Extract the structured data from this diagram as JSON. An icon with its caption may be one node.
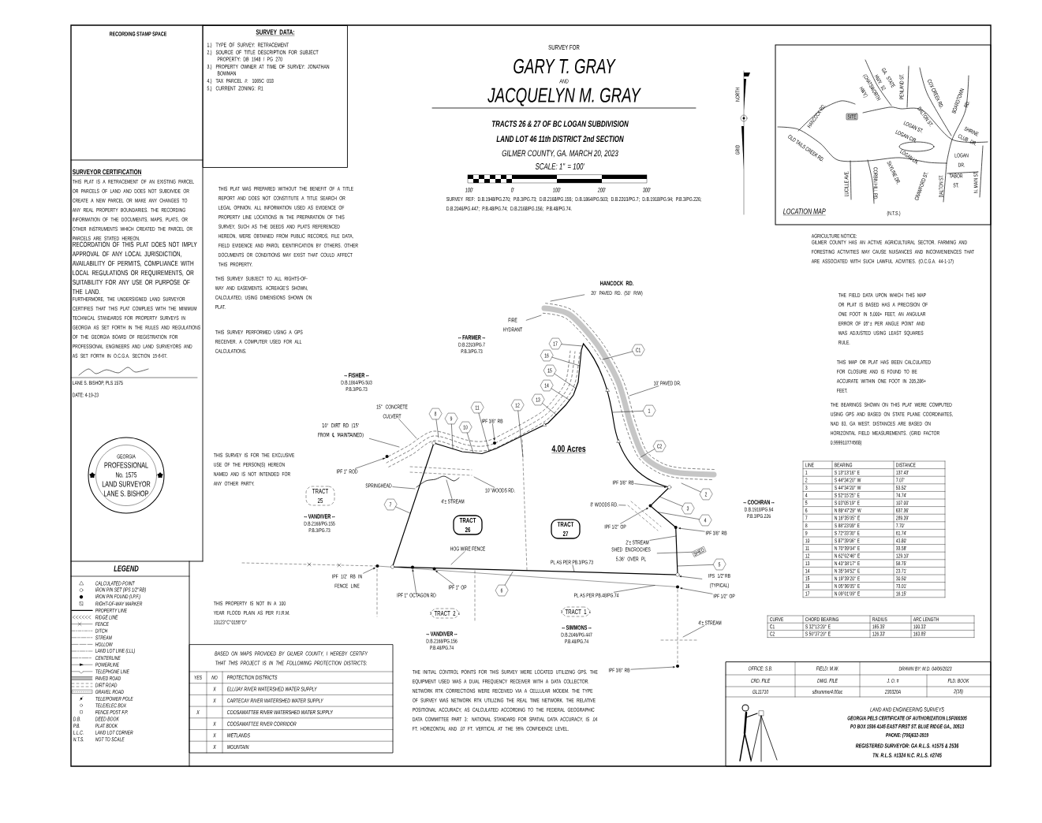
{
  "diagram": {
    "nodes": [
      {
        "text": [
          "SURVEY DATA:",
          "1.) TYPE OF SURVEY: RETRACEMENT",
          "2.) SOURCE OF TITLE DESCRIPTION FOR SUBJECT PROPERTY: DB 1948 / PG 270",
          "3.) PROPERTY OWNER AT TIME OF SURVEY: JONATHAN BOWMAN",
          "4.) TAX PARCEL #: 1065C 018",
          "5.) CURRENT ZONING: R1"
        ]
      },
      {
        "text": [
          "GEORGIA",
          "PROFESSIONAL",
          "No. 1575",
          "LAND SURVEYOR",
          "LANE S. BISHOP"
        ]
      },
      {
        "text": [
          "SITE"
        ]
      },
      {
        "text": [
          "TRACT 25"
        ]
      },
      {
        "text": [
          "TRACT 26"
        ]
      },
      {
        "text": [
          "TRACT 27"
        ]
      },
      {
        "text": [
          "TRACT 2"
        ]
      },
      {
        "text": [
          "TRACT 1"
        ]
      },
      {
        "text": [
          "SHED"
        ]
      },
      {
        "text": [
          "1"
        ]
      },
      {
        "text": [
          "2"
        ]
      },
      {
        "text": [
          "3"
        ]
      },
      {
        "text": [
          "4"
        ]
      },
      {
        "text": [
          "5"
        ]
      },
      {
        "text": [
          "6"
        ]
      },
      {
        "text": [
          "7"
        ]
      },
      {
        "text": [
          "8"
        ]
      },
      {
        "text": [
          "9"
        ]
      },
      {
        "text": [
          "10"
        ]
      },
      {
        "text": [
          "11"
        ]
      },
      {
        "text": [
          "12"
        ]
      },
      {
        "text": [
          "13"
        ]
      },
      {
        "text": [
          "14"
        ]
      },
      {
        "text": [
          "15"
        ]
      },
      {
        "text": [
          "16"
        ]
      },
      {
        "text": [
          "17"
        ]
      },
      {
        "text": [
          "C1"
        ]
      },
      {
        "text": [
          "C2"
        ]
      },
      {
        "text": [
          "HANCOCK RD.",
          "20' PAVED RD. (50' R/W)"
        ]
      },
      {
        "text": [
          "FIRE HYDRANT"
        ]
      },
      {
        "text": [
          "10' PAVED DR."
        ]
      },
      {
        "text": [
          "15\" CONCRETE CULVERT"
        ]
      },
      {
        "text": [
          "10' DIRT RD (15' FROM ℄ MAINTAINED)"
        ]
      },
      {
        "text": [
          "IPF 1\" ROD"
        ]
      },
      {
        "text": [
          "IPF 3/8\" RB"
        ]
      },
      {
        "text": [
          "SPRINGHEAD"
        ]
      },
      {
        "text": [
          "4'± STREAM"
        ]
      },
      {
        "text": [
          "10' WOODS RD."
        ]
      },
      {
        "text": [
          "HOG WIRE FENCE"
        ]
      },
      {
        "text": [
          "IPF 1/2' RB IN FENCE LINE"
        ]
      },
      {
        "text": [
          "IPF 1\" OCTAGON RD"
        ]
      },
      {
        "text": [
          "IPF 1\" OP"
        ]
      },
      {
        "text": [
          "PL AS PER PB.3/PG.73"
        ]
      },
      {
        "text": [
          "PL AS PER PB.48/PG.74"
        ]
      },
      {
        "text": [
          "IPF 3/8\" RB"
        ]
      },
      {
        "text": [
          "8' WOODS RD."
        ]
      },
      {
        "text": [
          "IPF 1/2\" OP"
        ]
      },
      {
        "text": [
          "2'± STREAM"
        ]
      },
      {
        "text": [
          "SHED ENCROCHES 5.36' OVER PL"
        ]
      },
      {
        "text": [
          "IPF 3/8\" RB"
        ]
      },
      {
        "text": [
          "IPS 1/2\"RB (TYPICAL)"
        ]
      },
      {
        "text": [
          "IPF 1/2\" OP"
        ]
      },
      {
        "text": [
          "4'± STREAM"
        ]
      },
      {
        "text": [
          "IPF 3/8\" RB"
        ]
      }
    ],
    "edges": [
      {
        "from": 9,
        "to": null,
        "arrow": "none"
      },
      {
        "from": 10,
        "to": null,
        "arrow": "none"
      },
      {
        "from": 11,
        "to": null,
        "arrow": "none"
      },
      {
        "from": 12,
        "to": null,
        "arrow": "none"
      },
      {
        "from": 13,
        "to": null,
        "arrow": "none"
      },
      {
        "from": 14,
        "to": null,
        "arrow": "none"
      },
      {
        "from": 15,
        "to": null,
        "arrow": "none"
      },
      {
        "from": 16,
        "to": null,
        "arrow": "none"
      },
      {
        "from": 17,
        "to": null,
        "arrow": "none"
      },
      {
        "from": 18,
        "to": null,
        "arrow": "none"
      },
      {
        "from": 19,
        "to": null,
        "arrow": "none"
      },
      {
        "from": 20,
        "to": null,
        "arrow": "none"
      },
      {
        "from": 21,
        "to": null,
        "arrow": "none"
      },
      {
        "from": 22,
        "to": null,
        "arrow": "none"
      },
      {
        "from": 23,
        "to": null,
        "arrow": "none"
      },
      {
        "from": 24,
        "to": null,
        "arrow": "none"
      },
      {
        "from": 25,
        "to": null,
        "arrow": "none"
      },
      {
        "from": 26,
        "to": null,
        "arrow": "none"
      },
      {
        "from": 27,
        "to": null,
        "arrow": "none"
      },
      {
        "from": 28,
        "to": null,
        "arrow": "none"
      },
      {
        "from": 29,
        "to": null,
        "arrow": "none"
      },
      {
        "from": 30,
        "to": null,
        "arrow": "none"
      },
      {
        "from": 31,
        "to": null,
        "arrow": "none"
      },
      {
        "from": 32,
        "to": null,
        "arrow": "none"
      },
      {
        "from": 33,
        "to": null,
        "arrow": "to"
      },
      {
        "from": 34,
        "to": null,
        "arrow": "to"
      },
      {
        "from": 35,
        "to": null,
        "arrow": "none"
      },
      {
        "from": 36,
        "to": null,
        "arrow": "none"
      },
      {
        "from": 37,
        "to": null,
        "arrow": "none"
      },
      {
        "from": 38,
        "to": null,
        "arrow": "none"
      },
      {
        "from": 39,
        "to": null,
        "arrow": "to"
      },
      {
        "from": 40,
        "to": null,
        "arrow": "to"
      },
      {
        "from": 41,
        "to": null,
        "arrow": "to"
      },
      {
        "from": 42,
        "to": null,
        "arrow": "none"
      },
      {
        "from": 43,
        "to": null,
        "arrow": "none"
      },
      {
        "from": 44,
        "to": null,
        "arrow": "to"
      },
      {
        "from": 45,
        "to": null,
        "arrow": "none"
      },
      {
        "from": 46,
        "to": null,
        "arrow": "to"
      },
      {
        "from": 47,
        "to": null,
        "arrow": "none"
      },
      {
        "from": 48,
        "to": 8,
        "arrow": "none"
      },
      {
        "from": 49,
        "to": null,
        "arrow": "to"
      },
      {
        "from": 50,
        "to": null,
        "arrow": "to"
      },
      {
        "from": 51,
        "to": null,
        "arrow": "to"
      },
      {
        "from": 52,
        "to": null,
        "arrow": "none"
      },
      {
        "from": 53,
        "to": null,
        "arrow": "to"
      }
    ],
    "labels": [
      "RECORDING STAMP SPACE",
      "SURVEYOR CERTIFICATION",
      "THIS PLAT IS A RETRACEMENT OF AN EXISTING PARCEL OR PARCELS OF LAND AND DOES NOT SUBDIVIDE OR CREATE A NEW PARCEL OR MAKE ANY CHANGES TO ANY REAL PROPERTY BOUNDARIES. THE RECORDING INFORMATION OF THE DOCUMENTS, MAPS, PLATS, OR OTHER INSTRUMENTS WHICH CREATED THE PARCEL OR PARCELS ARE STATED HEREON.",
      "RECORDATION OF THIS PLAT DOES NOT IMPLY APPROVAL OF ANY LOCAL JURISDICTION, AVAILABILITY OF PERMITS, COMPLIANCE WITH LOCAL REGULATIONS OR REQUIREMENTS, OR SUITABILITY FOR ANY USE OR PURPOSE OF THE LAND.",
      "FURTHERMORE, THE UNDERSIGNED LAND SURVEYOR CERTIFIES THAT THIS PLAT COMPLIES WITH THE MINIMUM TECHNICAL STANDARDS FOR PROPERTY SURVEYS IN GEORGIA AS SET FORTH IN THE RULES AND REGULATIONS OF THE GEORGIA BOARD OF REGISTRATION FOR PROFESSIONAL ENGINEERS AND LAND SURVEYORS AND AS SET FORTH IN O.C.G.A. SECTION 15-6-67.",
      "LANE S. BISHOP, PLS 1575",
      "DATE: 4-19-23",
      "THIS PLAT WAS PREPARED WITHOUT THE BENEFIT OF A TITLE REPORT AND DOES NOT CONSTITUTE A TITLE SEARCH OR LEGAL OPINION. ALL INFORMATION USED AS EVIDENCE OF PROPERTY LINE LOCATIONS IN THE PREPARATION OF THIS SURVEY, SUCH AS THE DEEDS AND PLATS REFERENCED HEREON, WERE OBTAINED FROM PUBLIC RECORDS, FILE DATA, FIELD EVIDENCE AND PAROL IDENTIFICATION BY OTHERS. OTHER DOCUMENTS OR CONDITIONS MAY EXIST THAT COULD AFFECT THIS PROPERTY.",
      "THIS SURVEY SUBJECT TO ALL RIGHTS-OF-WAY AND EASEMENTS. ACREAGE'S SHOWN, CALCULATED, USING DIMENSIONS SHOWN ON PLAT.",
      "THIS SURVEY PERFORMED USING A GPS RECEIVER. A COMPUTER USED FOR ALL CALCULATIONS.",
      "THIS SURVEY IS FOR THE EXCLUSIVE USE OF THE PERSON(S) HEREON NAMED AND IS NOT INTENDED FOR ANY OTHER PARTY.",
      "THIS PROPERTY IS NOT IN A 100 YEAR FLOOD PLAIN AS PER F.I.R.M. 13123\"C\"0155\"D\"",
      "SURVEY FOR",
      "GARY T. GRAY",
      "AND",
      "JACQUELYN M. GRAY",
      "TRACTS 26 & 27 OF BC LOGAN SUBDIVISION",
      "LAND LOT 46 11th DISTRICT 2nd SECTION",
      "GILMER COUNTY, GA. MARCH 20, 2023",
      "SCALE: 1\" = 100'",
      "100'",
      "0'",
      "100'",
      "200'",
      "300'",
      "SURVEY REF: D.B.1948/PG.270; P.B.3/PG.73; D.B.2168/PG.155; D.B.1864/PG.503; D.B.2203/PG.7; D.B.1918/PG.94; P.B.3/PG.226; D.B.2046/PG.447; P.B.48/PG.74; D.B.2168/PG.156; P.B.48/PG.74.",
      "NORTH",
      "GRID",
      "GA. STATE HWY. 52 (CHATSWORTH HWY.)",
      "PENLAND ST.",
      "COX CREEK RD.",
      "BOARDTOWN RD.",
      "HANCOCK RD.",
      "DALTON ST.",
      "LOGAN ST.",
      "LOGAN CIR.",
      "SHRINE CLUB DR.",
      "OLD TAILS CREEK RD.",
      "LOGAN LN.",
      "LOGAN DR.",
      "LUCILLE AVE.",
      "CORBIN HILL RD.",
      "SKYLINE DR.",
      "CRAWFORD ST.",
      "DALTON ST.",
      "TABOR ST.",
      "N. MAIN ST.",
      "LOCATION MAP",
      "(N.T.S.)",
      "AGRICULTURE NOTICE:",
      "GILMER COUNTY HAS AN ACTIVE AGRICULTURAL SECTOR. FARMING AND FORESTING ACTIVITIES MAY CAUSE NUISANCES AND INCONVENIENCES THAT ARE ASSOCIATED WITH SUCH LAWFUL ACIVITIES. (O.C.G.A. 44-1-17)",
      "THE FIELD DATA UPON WHICH THIS MAP OR PLAT IS BASED HAS A PRECISION OF ONE FOOT IN 5,000+ FEET, AN ANGULAR ERROR OF 05\"± PER ANGLE POINT AND WAS ADJUSTED USING LEAST SQUARES RULE.",
      "THIS MAP OR PLAT HAS BEEN CALCULATED FOR CLOSURE AND IS FOUND TO BE ACCURATE WITHIN ONE FOOT IN 205,286+ FEET.",
      "THE BEARINGS SHOWN ON THIS PLAT WERE COMPUTED USING GPS AND BASED ON STATE PLANE COORDINATES, NAD 83, GA WEST. DISTANCES ARE BASED ON HORIZONTAL FIELD MEASUREMENTS. (GRID FACTOR 0.999910774568)",
      "-- FISHER --",
      "D.B.1864/PG.503",
      "P.B.3/PG.73",
      "-- FARMER --",
      "D.B.2203/PG.7",
      "P.B.3/PG.73",
      "-- VANDIVER --",
      "D.B.2168/PG.155",
      "P.B.3/PG.73",
      "4.00 Acres",
      "-- COCHRAN --",
      "D.B.1918/PG.94",
      "P.B.3/PG.226",
      "-- VANDIVER --",
      "D.B.2168/PG.156",
      "P.B.48/PG.74",
      "-- SIMMONS --",
      "D.B.2046/PG.447",
      "P.B.48/PG.74",
      "THE INITIAL CONTROL POINTS FOR THIS SURVEY WERE LOCATED UTILIZING GPS. THE EQUIPMENT USED WAS A DUAL FREQUENCY RECEIVER WITH A DATA COLLECTOR. NETWORK RTK CORRECTIONS WERE RECEIVED VIA A CELLULAR MODEM. THE TYPE OF SURVEY WAS NETWORK RTK UTILIZING THE REAL TIME NETWORK. THE RELATIVE POSITIONAL ACCURACY, AS CALCULATED ACCORDING TO THE FEDERAL GEOGRAPHIC DATA COMMITTEE PART 3: NATIONAL STANDARD FOR SPATIAL DATA ACCURACY, IS .04 FT. HORIZONTAL AND .07 FT. VERTICAL AT THE 95% CONFIDENCE LEVEL.",
      "LEGEND",
      "D.B.",
      "DEED BOOK",
      "P.B.",
      "PLAT BOOK",
      "L.L.C.",
      "LAND LOT CORNER",
      "N.T.S.",
      "NOT TO SCALE",
      "BASED ON MAPS PROVIDED BY GILMER COUNTY, I HEREBY CERTIFY THAT THIS PROJECT IS IN THE FOLLOWING PROTECTION DISTRICTS:",
      "YES",
      "NO",
      "PROTECTION DISTRICTS",
      "X",
      "ELLIJAY RIVER WATERSHED WATER SUPPLY",
      "X",
      "CARTECAY RIVER WATERSHED WATER SUPPLY",
      "X",
      "COOSAWATTEE RIVER WATERSHED WATER SUPPLY",
      "X",
      "COOSAWATTEE RIVER CORRIDOR",
      "X",
      "WETLANDS",
      "X",
      "MOUNTAIN",
      "LINE",
      "BEARING",
      "DISTANCE",
      "1",
      "S 13°13'16\" E",
      "137.43'",
      "2",
      "S 44°34'20\" W",
      "7.07'",
      "3",
      "S 44°34'20\" W",
      "53.52'",
      "4",
      "S 52°15'25\" E",
      "74.74'",
      "5",
      "S 03°05'19\" E",
      "107.00'",
      "6",
      "N 89°47'29\" W",
      "637.36'",
      "7",
      "N 16°35'05\" E",
      "289.39'",
      "8",
      "S 88°23'09\" E",
      "7.70'",
      "9",
      "S 72°33'30\" E",
      "61.74'",
      "10",
      "S 87°39'06\" E",
      "43.80'",
      "11",
      "N 70°39'04\" E",
      "33.58'",
      "12",
      "N 62°02'46\" E",
      "129.10'",
      "13",
      "N 43°38'17\" E",
      "58.75'",
      "14",
      "N 35°34'52\" E",
      "23.71'",
      "15",
      "N 19°39'20\" E",
      "30.50'",
      "16",
      "N 05°36'05\" E",
      "73.01'",
      "17",
      "N 09°01'09\" E",
      "16.15'",
      "CURVE",
      "CHORD BEARING",
      "RADIUS",
      "ARC LENGTH",
      "C1",
      "S 32°13'20\" E",
      "165.35'",
      "100.33'",
      "C2",
      "S 50°37'20\" E",
      "126.33'",
      "163.85'",
      "OFFICE: S.B.",
      "FIELD: M.W.",
      "DRAWN BY: M.D. 04/06/2023",
      "CRD. FILE",
      "DWG. FILE",
      "J. O. #",
      "FLD. BOOK",
      "GL11710",
      "sBrummer4.00ac",
      "230320A",
      "2(18)",
      "LAND AND ENGINEERING SURVEYS",
      "GEORGIA PELS CERTIFICATE OF AUTHORIZATION LSF000305",
      "PO BOX 1506 4145 EAST FIRST ST. BLUE RIDGE GA., 30513",
      "PHONE: (706)632-3919",
      "REGISTERED SURVEYOR: GA R.L.S. #1575 & 2536",
      "TN. R.L.S. #1324 N.C. R.L.S. #2745"
    ],
    "legend": [
      {
        "text": "CALCULATED POINT"
      },
      {
        "text": "IRON PIN SET (IPS 1/2\"RB)"
      },
      {
        "text": "IRON PIN FOUND (I.P.F.)"
      },
      {
        "text": "RIGHT-OF-WAY MARKER"
      },
      {
        "text": "PROPERTY LINE"
      },
      {
        "text": "RIDGE LINE"
      },
      {
        "text": "FENCE"
      },
      {
        "text": "DITCH"
      },
      {
        "text": "STREAM"
      },
      {
        "text": "HOLLOW"
      },
      {
        "text": "LAND LOT LINE (LLL)"
      },
      {
        "text": "CENTERLINE"
      },
      {
        "text": "POWERLINE"
      },
      {
        "text": "TELEPHONE LINE"
      },
      {
        "text": "PAVED ROAD"
      },
      {
        "text": "DIRT ROAD"
      },
      {
        "text": "GRAVEL ROAD"
      },
      {
        "text": "TELE/POWER POLE"
      },
      {
        "text": "TELE/ELEC BOX"
      },
      {
        "text": "FENCE POST F.P."
      }
    ]
  }
}
